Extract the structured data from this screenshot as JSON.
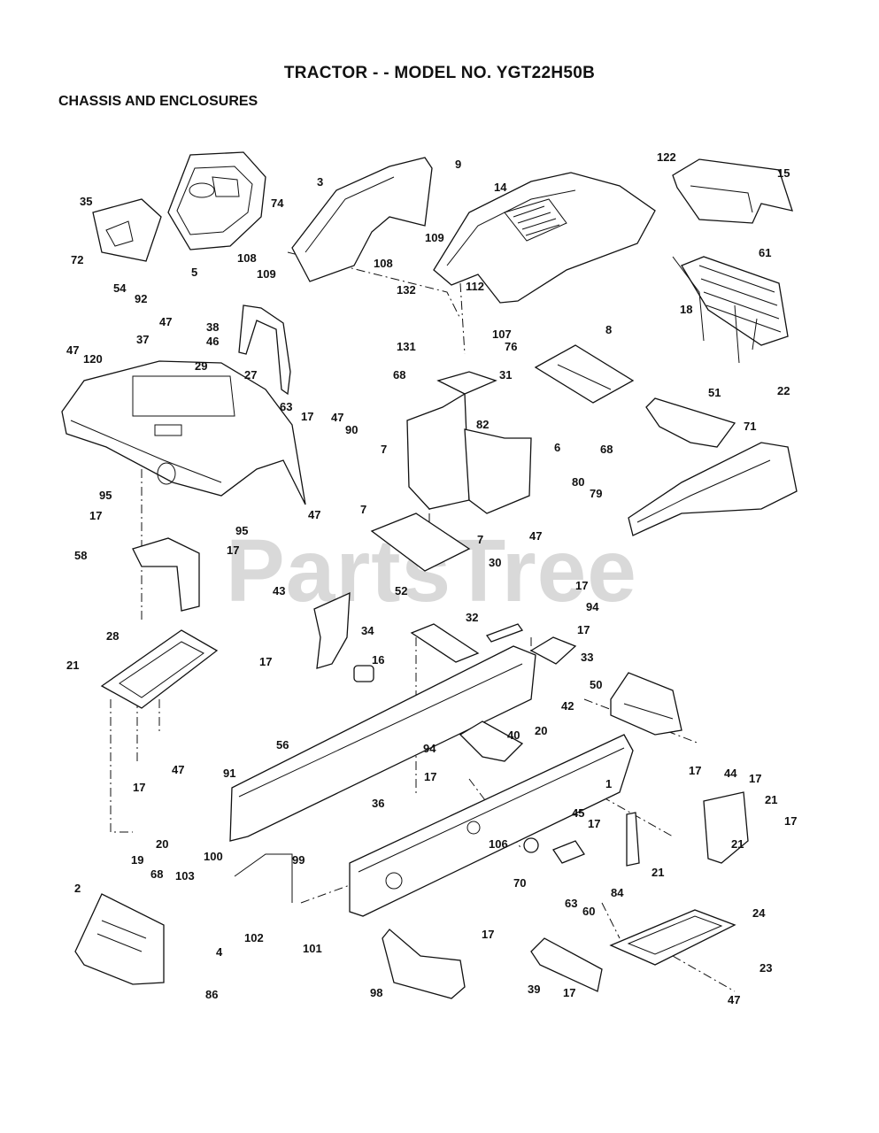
{
  "header": {
    "title": "TRACTOR - - MODEL NO. YGT22H50B",
    "section": "CHASSIS AND ENCLOSURES"
  },
  "watermark": {
    "text": "PartsTree",
    "mark": "™"
  },
  "callouts": [
    "1",
    "2",
    "3",
    "4",
    "5",
    "6",
    "7",
    "8",
    "9",
    "14",
    "15",
    "16",
    "17",
    "18",
    "19",
    "20",
    "21",
    "22",
    "23",
    "24",
    "27",
    "28",
    "29",
    "30",
    "31",
    "32",
    "33",
    "34",
    "35",
    "36",
    "37",
    "38",
    "39",
    "40",
    "42",
    "43",
    "44",
    "45",
    "46",
    "47",
    "50",
    "51",
    "52",
    "54",
    "56",
    "58",
    "60",
    "61",
    "63",
    "68",
    "70",
    "71",
    "72",
    "74",
    "76",
    "79",
    "80",
    "82",
    "84",
    "86",
    "90",
    "91",
    "92",
    "94",
    "95",
    "98",
    "99",
    "100",
    "101",
    "102",
    "103",
    "106",
    "107",
    "108",
    "109",
    "112",
    "120",
    "122",
    "131",
    "132"
  ]
}
